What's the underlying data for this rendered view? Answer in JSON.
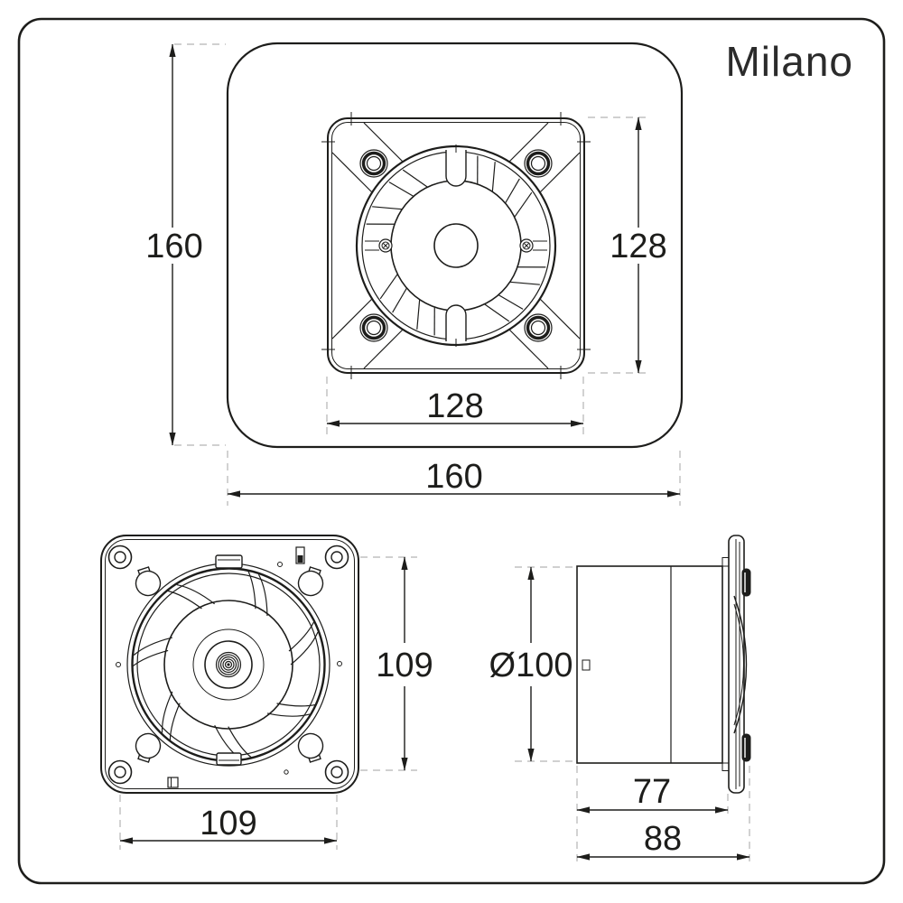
{
  "brand": {
    "logo_text": "Milano"
  },
  "views": {
    "front": {
      "name": "front-view-with-faceplate",
      "dims": {
        "outer_height": "160",
        "inner_height": "128",
        "inner_width": "128",
        "outer_width": "160"
      }
    },
    "rear": {
      "name": "rear-view-fan-body",
      "dims": {
        "hole_spacing_vertical": "109",
        "hole_spacing_horizontal": "109"
      }
    },
    "side": {
      "name": "side-view",
      "dims": {
        "duct_diameter": "Ø100",
        "body_depth": "77",
        "overall_depth": "88"
      }
    }
  },
  "colors": {
    "line": "#1d1d1b",
    "dashed_extension": "#b4b4b4",
    "background": "#ffffff"
  }
}
